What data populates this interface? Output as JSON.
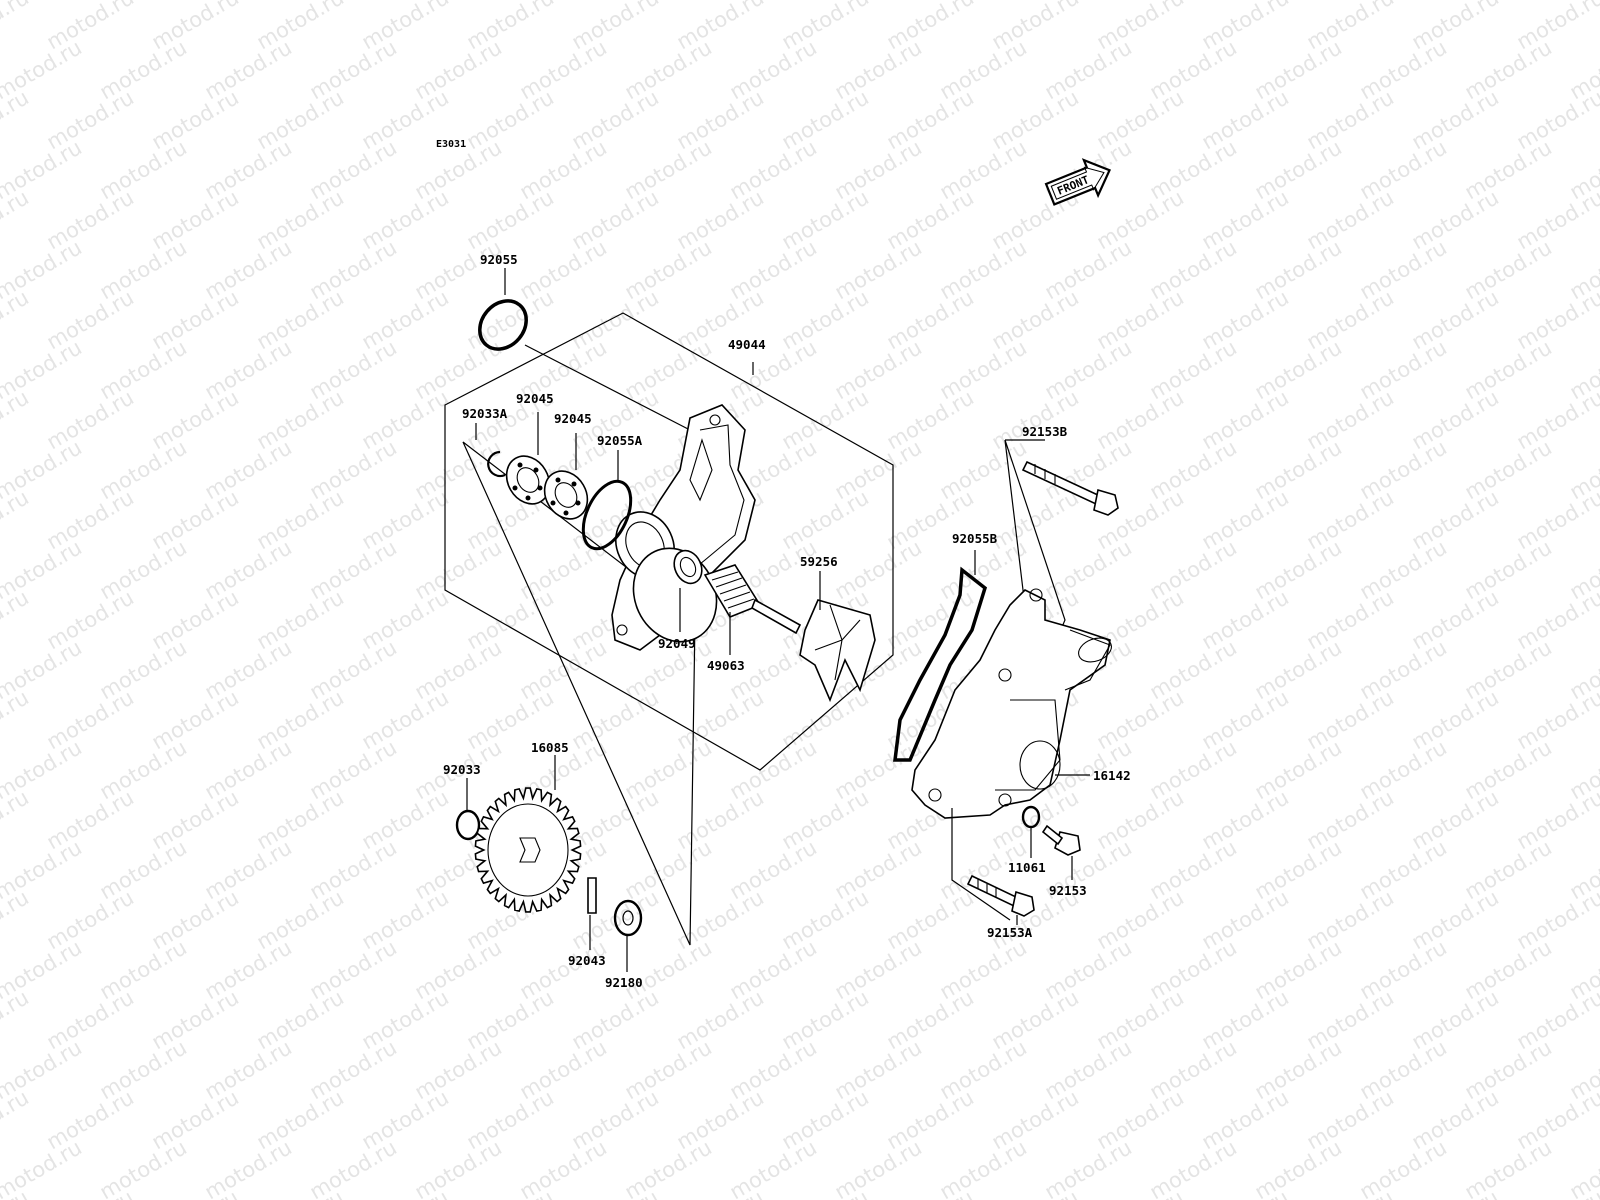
{
  "diagram": {
    "code": "E3031",
    "front_label": "FRONT",
    "watermark": "motod.ru",
    "parts": {
      "p92055": "92055",
      "p49044": "49044",
      "p92045a": "92045",
      "p92045b": "92045",
      "p92033A": "92033A",
      "p92055A": "92055A",
      "p59256": "59256",
      "p92049": "92049",
      "p49063": "49063",
      "p92153B": "92153B",
      "p92055B": "92055B",
      "p16142": "16142",
      "p92033": "92033",
      "p16085": "16085",
      "p11061": "11061",
      "p92153": "92153",
      "p92153A": "92153A",
      "p92043": "92043",
      "p92180": "92180"
    }
  }
}
